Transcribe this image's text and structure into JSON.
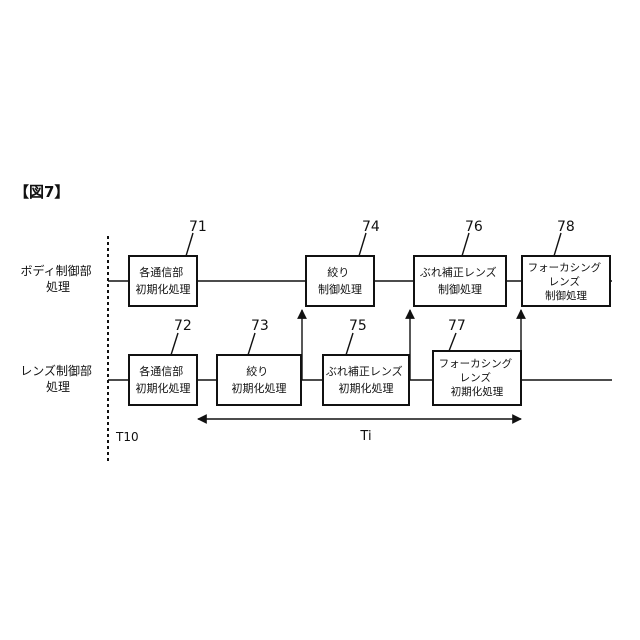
{
  "figure_label": "【図7】",
  "rows": [
    {
      "label_lines": [
        "ボディ制御部",
        "処理"
      ]
    },
    {
      "label_lines": [
        "レンズ制御部",
        "処理"
      ]
    }
  ],
  "boxes": [
    {
      "number": "71",
      "lines": [
        "各通信部",
        "初期化処理"
      ]
    },
    {
      "number": "74",
      "lines": [
        "絞り",
        "制御処理"
      ]
    },
    {
      "number": "76",
      "lines": [
        "ぶれ補正レンズ",
        "制御処理"
      ]
    },
    {
      "number": "78",
      "lines": [
        "フォーカシング",
        "レンズ",
        "制御処理"
      ]
    },
    {
      "number": "72",
      "lines": [
        "各通信部",
        "初期化処理"
      ]
    },
    {
      "number": "73",
      "lines": [
        "絞り",
        "初期化処理"
      ]
    },
    {
      "number": "75",
      "lines": [
        "ぶれ補正レンズ",
        "初期化処理"
      ]
    },
    {
      "number": "77",
      "lines": [
        "フォーカシング",
        "レンズ",
        "初期化処理"
      ]
    }
  ],
  "markers": {
    "start": "T10",
    "interval": "Ti"
  }
}
